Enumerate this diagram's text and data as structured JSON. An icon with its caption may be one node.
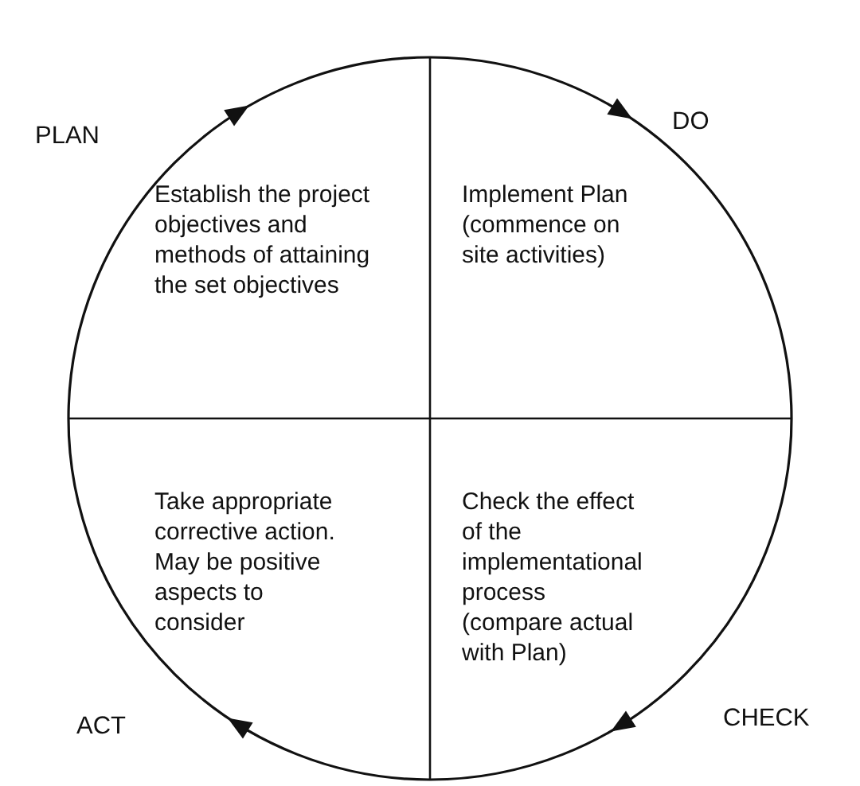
{
  "diagram": {
    "nodes": [
      {
        "text": [],
        "shape": "circle"
      },
      {
        "text": [
          "Establish the project objectives and methods of attaining the set objectives"
        ],
        "in": 0,
        "beside": [
          "PLAN"
        ]
      },
      {
        "text": [
          "Implement Plan (commence on site activities)"
        ],
        "in": 0,
        "beside": [
          "DO"
        ]
      },
      {
        "text": [
          "Take appropriate corrective action. May be positive aspects to consider"
        ],
        "in": 0,
        "beside": [
          "ACT"
        ]
      },
      {
        "text": [
          "Check the effect of the implementational process (compare  actual with Plan)"
        ],
        "in": 0,
        "beside": [
          "CHECK"
        ]
      }
    ]
  }
}
